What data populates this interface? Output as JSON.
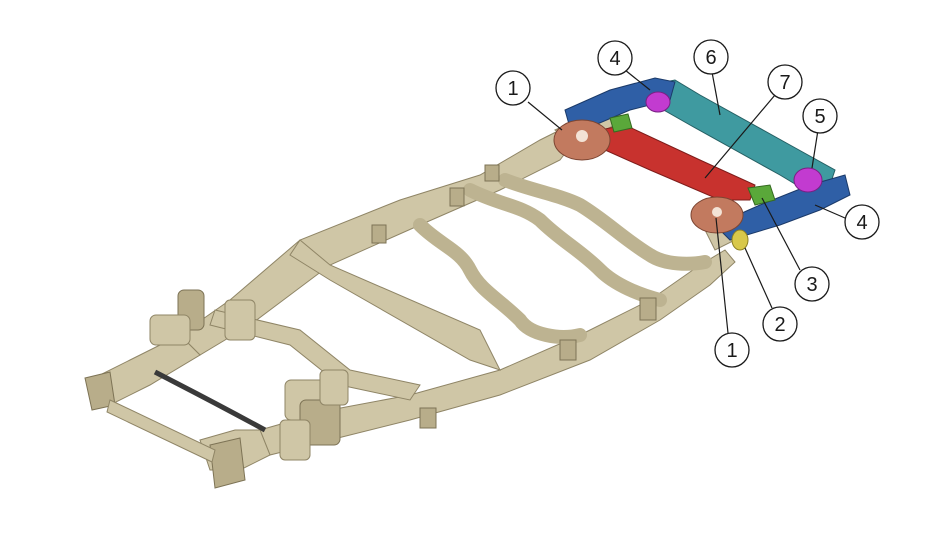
{
  "colors": {
    "frame": "#cfc6a6",
    "frame_dark": "#a89e7c",
    "frame_shade": "#bdb391",
    "mount": "#c27a5f",
    "crossmember_red": "#c8322e",
    "crossmember_teal": "#3f9aa0",
    "bracket_blue": "#2f5fa6",
    "magenta": "#c23bd0",
    "green": "#5aa83a",
    "yellow": "#d8c84a"
  },
  "callouts": [
    {
      "id": "c1a",
      "label": "1",
      "part": "frame-mount-left-rear"
    },
    {
      "id": "c4a",
      "label": "4",
      "part": "side-bracket-left"
    },
    {
      "id": "c6",
      "label": "6",
      "part": "rear-crossmember"
    },
    {
      "id": "c7",
      "label": "7",
      "part": "center-crossmember"
    },
    {
      "id": "c5",
      "label": "5",
      "part": "bushing-mount"
    },
    {
      "id": "c4b",
      "label": "4",
      "part": "side-bracket-right"
    },
    {
      "id": "c3",
      "label": "3",
      "part": "green-bracket"
    },
    {
      "id": "c2",
      "label": "2",
      "part": "yellow-mount"
    },
    {
      "id": "c1b",
      "label": "1",
      "part": "frame-mount-right-rear"
    }
  ]
}
